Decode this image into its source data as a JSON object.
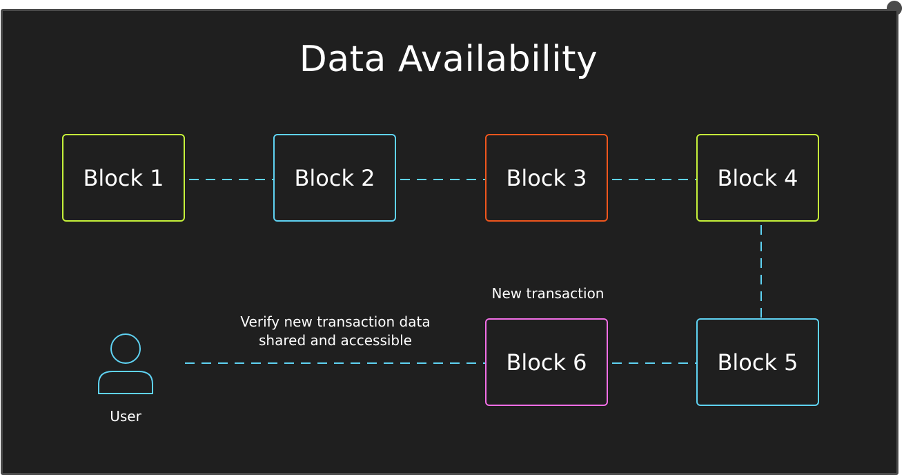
{
  "title": "Data Availability",
  "blocks": [
    {
      "label": "Block 1",
      "color": "#c6f23a"
    },
    {
      "label": "Block 2",
      "color": "#5fd3f3"
    },
    {
      "label": "Block 3",
      "color": "#f0561d"
    },
    {
      "label": "Block 4",
      "color": "#c6f23a"
    },
    {
      "label": "Block 5",
      "color": "#5fd3f3"
    },
    {
      "label": "Block 6",
      "color": "#f26ee6"
    }
  ],
  "labels": {
    "new_transaction": "New transaction",
    "verify_line1": "Verify new transaction data",
    "verify_line2": "shared and accessible",
    "user": "User"
  },
  "colors": {
    "connector": "#5fd3f3",
    "user_icon": "#5fd3f3",
    "background": "#1f1f1f",
    "frame": "#4a4a4a"
  }
}
